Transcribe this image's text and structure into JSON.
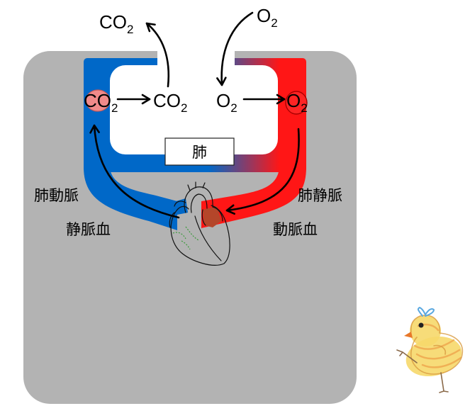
{
  "labels": {
    "top_left_gas": {
      "base": "CO",
      "sub": "2"
    },
    "top_right_gas": {
      "base": "O",
      "sub": "2"
    },
    "blood_cell_left_gas": {
      "base": "CO",
      "sub": "2"
    },
    "lung_released_gas": {
      "base": "CO",
      "sub": "2"
    },
    "lung_intake_gas": {
      "base": "O",
      "sub": "2"
    },
    "blood_cell_right_gas": {
      "base": "O",
      "sub": "2"
    },
    "lung": "肺",
    "pulmonary_artery": "肺動脈",
    "venous_blood": "静脈血",
    "pulmonary_vein": "肺静脈",
    "arterial_blood": "動脈血"
  },
  "colors": {
    "background": "#ffffff",
    "body": "#b3b3b3",
    "venous": "#0068c8",
    "arterial": "#ff1616",
    "blood_cell_co2": "#f08a8a",
    "blood_cell_co2_outline": "#c85a5a",
    "blood_cell_o2": "#ff2424",
    "blood_cell_o2_outline": "#a80000",
    "heart_atrium": "#b4462a",
    "coronary": "#3a9a3a",
    "chick_body": "#f6d86a",
    "chick_shading": "#eda24a",
    "chick_bow": "#5aa8e0"
  }
}
